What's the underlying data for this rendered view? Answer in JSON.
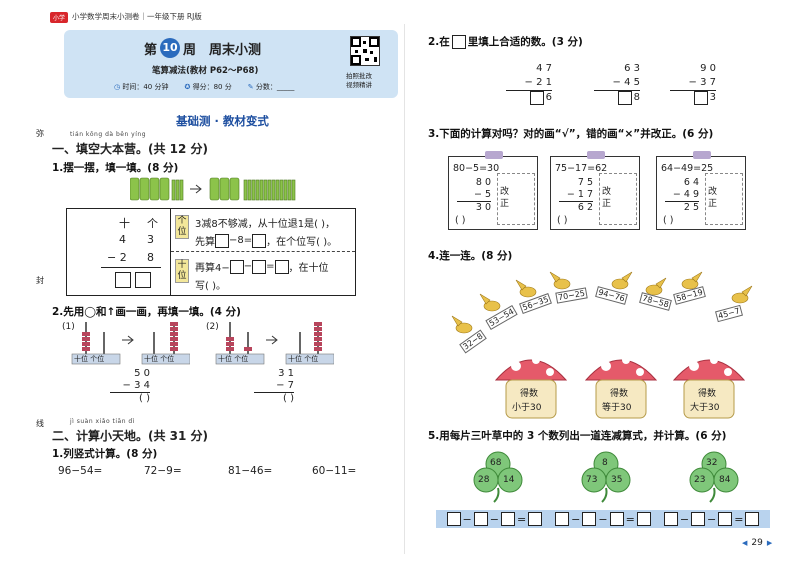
{
  "header": {
    "badge": "小学",
    "book_title": "小学数学周末小测卷｜一年级下册 RJ版"
  },
  "title_box": {
    "week_prefix": "第",
    "week_num": "10",
    "week_suffix": "周",
    "title": "周末小测",
    "subtitle": "笔算减法(教材 P62～P68)",
    "time": "时间：40 分钟",
    "score": "得分：80 分",
    "total": "分数：",
    "qr_text1": "拍照批改",
    "qr_text2": "视频精讲"
  },
  "section_banner": "基础测 · 教材变式",
  "left": {
    "margin_marks": [
      "弥",
      "封",
      "线"
    ],
    "p1_pinyin": "tián kōng dà běn yíng",
    "p1": "一、填空大本营。(共 12 分)",
    "q1": "1.摆一摆，填一填。(8 分)",
    "q1_cols": [
      "十",
      "个"
    ],
    "q1_row1": [
      "4",
      "3"
    ],
    "q1_row2": [
      "− 2",
      "8"
    ],
    "q1_label_ge": "个位",
    "q1_label_shi": "十位",
    "q1_text1": "3减8不够减，从十位退1是(      )，",
    "q1_text2a": "先算",
    "q1_text2b": "−8=",
    "q1_text2c": "，在个位写(      )。",
    "q1_text3a": "再算4−",
    "q1_text3b": "−",
    "q1_text3c": "=",
    "q1_text3d": "，在十位",
    "q1_text4": "写(      )。",
    "q2": "2.先用◯和↑画一画，再填一填。(4 分)",
    "q2_labels": [
      "(1)",
      "(2)"
    ],
    "abacus_label": "十位 个位",
    "q2_calc1": [
      "5  0",
      "− 3  4",
      "(      )"
    ],
    "q2_calc2": [
      "3  1",
      "−      7",
      "(      )"
    ],
    "p2_pinyin": "jì suàn xiǎo tiān dì",
    "p2": "二、计算小天地。(共 31 分)",
    "q3": "1.列竖式计算。(8 分)",
    "q3_items": [
      "96−54=",
      "72−9=",
      "81−46=",
      "60−11="
    ]
  },
  "right": {
    "q4": "2.在",
    "q4b": "里填上合适的数。(3 分)",
    "q4_calcs": [
      [
        "4  7",
        "− 2  1",
        "6"
      ],
      [
        "6  3",
        "− 4  5",
        "8"
      ],
      [
        "9  0",
        "− 3  7",
        "3"
      ]
    ],
    "q5": "3.下面的计算对吗？对的画“√”，错的画“×”并改正。(6 分)",
    "q5_items": [
      {
        "eq": "80−5=30",
        "l1": "8  0",
        "l2": "−     5",
        "l3": "3  0"
      },
      {
        "eq": "75−17=62",
        "l1": "7  5",
        "l2": "− 1  7",
        "l3": "6  2"
      },
      {
        "eq": "64−49=25",
        "l1": "6  4",
        "l2": "− 4  9",
        "l3": "2  5"
      }
    ],
    "q5_fix": "改正",
    "q5_paren": "(     )",
    "q6": "4.连一连。(8 分)",
    "q6_birds": [
      "32−8",
      "53−54",
      "56−35",
      "70−25",
      "94−76",
      "78−58",
      "58−19",
      "45−7"
    ],
    "q6_mushrooms": [
      {
        "top": "得数",
        "bottom": "小于30"
      },
      {
        "top": "得数",
        "bottom": "等于30"
      },
      {
        "top": "得数",
        "bottom": "大于30"
      }
    ],
    "q7": "5.用每片三叶草中的 3 个数列出一道连减算式，并计算。(6 分)",
    "q7_clovers": [
      [
        "68",
        "28",
        "14"
      ],
      [
        "8",
        "73",
        "35"
      ],
      [
        "32",
        "23",
        "84"
      ]
    ],
    "page_num": "29"
  }
}
